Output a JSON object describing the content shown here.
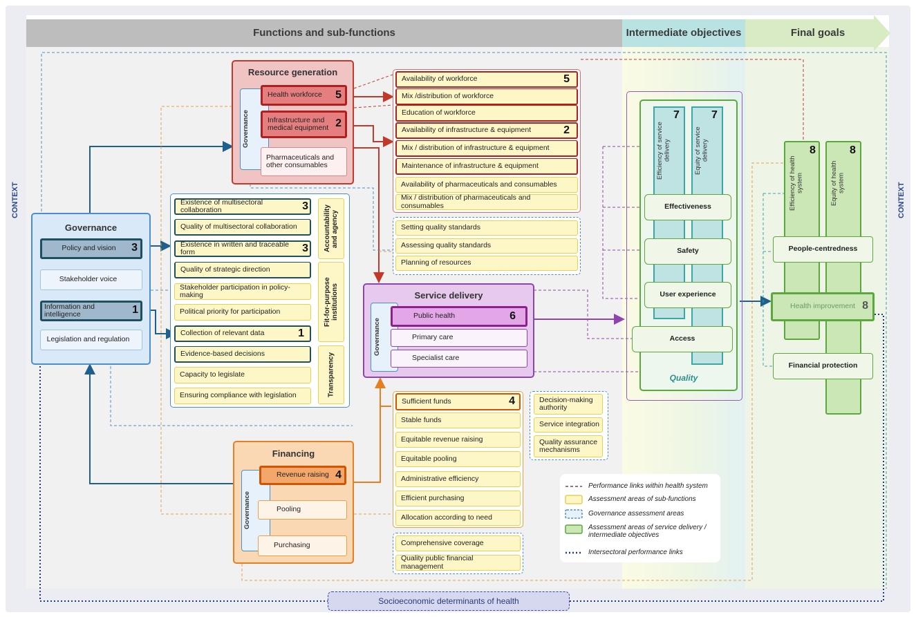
{
  "header": {
    "functions": "Functions and sub-functions",
    "intermediate": "Intermediate objectives",
    "final": "Final goals"
  },
  "context_left": "CONTEXT",
  "context_right": "CONTEXT",
  "socio": "Socioeconomic determinants of health",
  "governance_label": "Governance",
  "governance": {
    "title": "Governance",
    "items": [
      {
        "label": "Policy and vision",
        "num": "3"
      },
      {
        "label": "Stakeholder voice",
        "num": ""
      },
      {
        "label": "Information and intelligence",
        "num": "1"
      },
      {
        "label": "Legislation and regulation",
        "num": ""
      }
    ]
  },
  "gov_assessment": {
    "items": [
      {
        "label": "Existence of multisectoral collaboration",
        "num": "3"
      },
      {
        "label": "Quality of multisectoral collaboration",
        "num": ""
      },
      {
        "label": "Existence in written and traceable form",
        "num": "3"
      },
      {
        "label": "Quality of strategic direction",
        "num": ""
      },
      {
        "label": "Stakeholder participation in policy-making",
        "num": ""
      },
      {
        "label": "Political priority for participation",
        "num": ""
      },
      {
        "label": "Collection of relevant data",
        "num": "1"
      },
      {
        "label": "Evidence-based decisions",
        "num": ""
      },
      {
        "label": "Capacity to legislate",
        "num": ""
      },
      {
        "label": "Ensuring compliance with legislation",
        "num": ""
      }
    ],
    "side": [
      "Accountability and agency",
      "Fit-for-purpose institutions",
      "Transparency"
    ]
  },
  "resource": {
    "title": "Resource generation",
    "items": [
      {
        "label": "Health workforce",
        "num": "5"
      },
      {
        "label": "Infrastructure and medical equipment",
        "num": "2"
      },
      {
        "label": "Pharmaceuticals and other consumables",
        "num": ""
      }
    ]
  },
  "resource_assessment": [
    {
      "label": "Availability of workforce",
      "num": "5"
    },
    {
      "label": "Mix /distribution of workforce",
      "num": ""
    },
    {
      "label": "Education of workforce",
      "num": ""
    },
    {
      "label": "Availability of infrastructure & equipment",
      "num": "2"
    },
    {
      "label": "Mix / distribution of infrastructure & equipment",
      "num": ""
    },
    {
      "label": "Maintenance of infrastructure & equipment",
      "num": ""
    },
    {
      "label": "Availability of pharmaceuticals and consumables",
      "num": ""
    },
    {
      "label": "Mix / distribution of pharmaceuticals and consumables",
      "num": ""
    }
  ],
  "quality_gov": [
    "Setting quality standards",
    "Assessing quality standards",
    "Planning of resources"
  ],
  "service": {
    "title": "Service delivery",
    "items": [
      {
        "label": "Public health",
        "num": "6"
      },
      {
        "label": "Primary care",
        "num": ""
      },
      {
        "label": "Specialist care",
        "num": ""
      }
    ]
  },
  "service_gov": [
    "Decision-making authority",
    "Service integration",
    "Quality assurance mechanisms"
  ],
  "financing": {
    "title": "Financing",
    "items": [
      {
        "label": "Revenue raising",
        "num": "4"
      },
      {
        "label": "Pooling",
        "num": ""
      },
      {
        "label": "Purchasing",
        "num": ""
      }
    ]
  },
  "finance_assessment": [
    {
      "label": "Sufficient funds",
      "num": "4"
    },
    {
      "label": "Stable funds",
      "num": ""
    },
    {
      "label": "Equitable revenue raising",
      "num": ""
    },
    {
      "label": "Equitable pooling",
      "num": ""
    },
    {
      "label": "Administrative efficiency",
      "num": ""
    },
    {
      "label": "Efficient purchasing",
      "num": ""
    },
    {
      "label": "Allocation according to need",
      "num": ""
    }
  ],
  "finance_gov": [
    "Comprehensive coverage",
    "Quality public financial management"
  ],
  "intermediate": {
    "efficiency": "Efficiency of service delivery",
    "equity": "Equity of service delivery",
    "num_eff": "7",
    "num_eq": "7",
    "rows": [
      "Effectiveness",
      "Safety",
      "User experience",
      "Access"
    ],
    "quality": "Quality"
  },
  "final": {
    "efficiency": "Efficiency of health system",
    "equity": "Equity of health system",
    "num_eff": "8",
    "num_eq": "8",
    "people": "People-centredness",
    "health": "Health improvement",
    "health_num": "8",
    "protection": "Financial protection"
  },
  "legend": [
    "Performance links within health system",
    "Assessment areas of sub-functions",
    "Governance assessment areas",
    "Assessment areas of service delivery / intermediate objectives",
    "Intersectoral performance links"
  ],
  "colors": {
    "governance": "#4a8fcc",
    "resource": "#c0392b",
    "service": "#8e44ad",
    "financing": "#e67e22",
    "green": "#5aa83c",
    "teal": "#3aa6a6"
  }
}
